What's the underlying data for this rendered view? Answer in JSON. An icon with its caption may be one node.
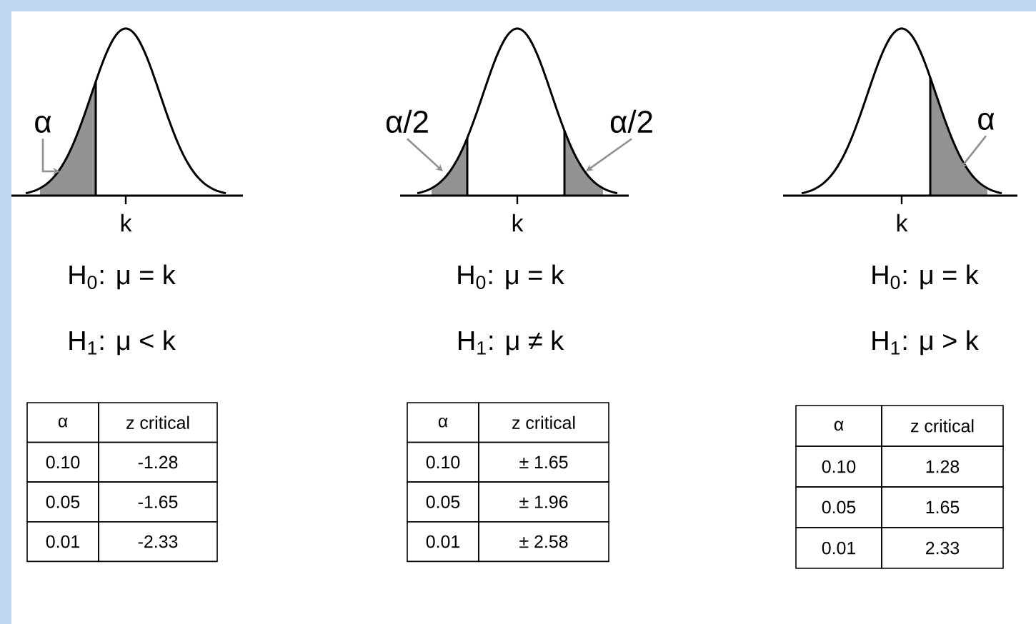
{
  "diagram": {
    "nodes": [
      {
        "text": [
          "α"
        ]
      },
      {
        "text": [
          "α/2"
        ]
      },
      {
        "text": [
          "α/2"
        ]
      },
      {
        "text": [
          "α"
        ]
      }
    ],
    "edges": [
      {
        "from": 0,
        "to": null,
        "arrow": "to"
      },
      {
        "from": 1,
        "to": null,
        "arrow": "to"
      },
      {
        "from": 2,
        "to": null,
        "arrow": "to"
      },
      {
        "from": 3,
        "to": null,
        "arrow": "to"
      }
    ],
    "labels": [
      "k",
      "k",
      "k",
      "H$_{0}$: μ = k",
      "H$_{0}$: μ = k",
      "H$_{0}$: μ = k",
      "H$_{1}$: μ < k",
      "H$_{1}$: μ ≠ k",
      "H$_{1}$: μ > k",
      "α",
      "z critical",
      "0.10",
      "-1.28",
      "0.05",
      "-1.65",
      "0.01",
      "-2.33",
      "α",
      "z critical",
      "0.10",
      "± 1.65",
      "0.05",
      "± 1.96",
      "0.01",
      "± 2.58",
      "α",
      "z critical",
      "0.10",
      "1.28",
      "0.05",
      "1.65",
      "0.01",
      "2.33"
    ]
  }
}
